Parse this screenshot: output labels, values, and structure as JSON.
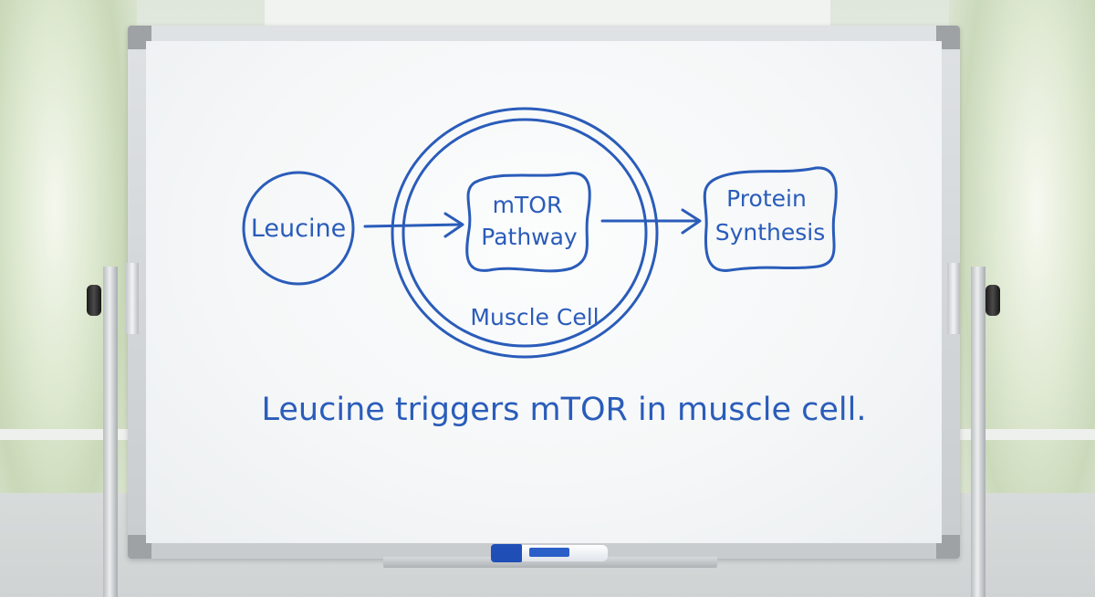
{
  "ink_color": "#2a5cba",
  "nodes": {
    "leucine": "Leucine",
    "mtor_line1": "mTOR",
    "mtor_line2": "Pathway",
    "protein_line1": "Protein",
    "protein_line2": "Synthesis",
    "cell_label": "Muscle Cell"
  },
  "caption": "Leucine triggers mTOR in muscle cell.",
  "icons": [
    "marker-icon"
  ]
}
